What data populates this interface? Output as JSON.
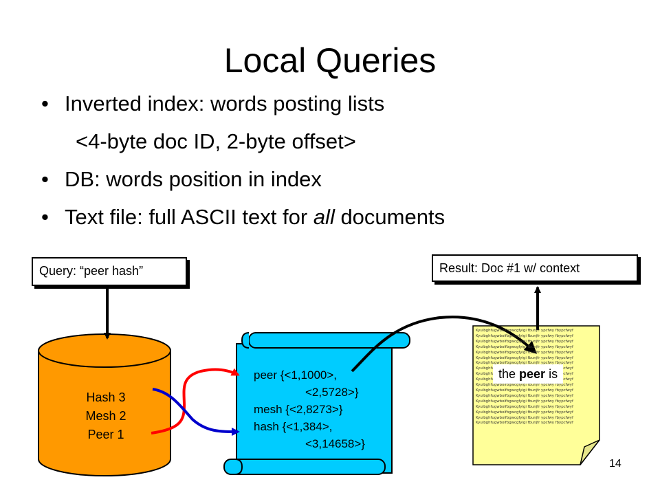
{
  "title": "Local Queries",
  "bullets": {
    "b1": {
      "pre": "Inverted index: words ",
      "arrow": "",
      "post": " posting lists"
    },
    "b1_sub": "<4-byte doc ID, 2-byte offset>",
    "b2": {
      "pre": "DB: words ",
      "arrow": "",
      "post": " position in index"
    },
    "b3": {
      "pre": "Text file: full ASCII text for ",
      "em": "all",
      "post": " documents"
    },
    "bullet_char": "•"
  },
  "query_box": "Query: “peer hash”",
  "result_box": "Result: Doc #1 w/ context",
  "db": {
    "lines": [
      {
        "word": "Hash ",
        "arrow": "",
        "value": " 3"
      },
      {
        "word": "Mesh ",
        "arrow": "",
        "value": " 2"
      },
      {
        "word": "Peer ",
        "arrow": "",
        "value": " 1"
      }
    ]
  },
  "index": {
    "l1": {
      "word": "peer ",
      "arrow": "",
      "value": "{<1,1000>,"
    },
    "l2": "<2,5728>}",
    "l3": {
      "word": "mesh ",
      "arrow": "",
      "value": "{<2,8273>}"
    },
    "l4": {
      "word": "hash ",
      "arrow": "",
      "value": "{<1,384>,"
    },
    "l5": "<3,14658>}"
  },
  "document": {
    "filler": "Kyuibghfugwboifbgwcgfyigi fbunjfr ypcfwy fbypcfwyf",
    "highlight_pre": "the ",
    "highlight_bold": "peer",
    "highlight_post": " is"
  },
  "page_number": "14",
  "colors": {
    "db_fill": "#ff9900",
    "index_fill": "#00ccff",
    "doc_fill": "#ffff99",
    "red_line": "#ff0000",
    "blue_line": "#0000cc"
  }
}
